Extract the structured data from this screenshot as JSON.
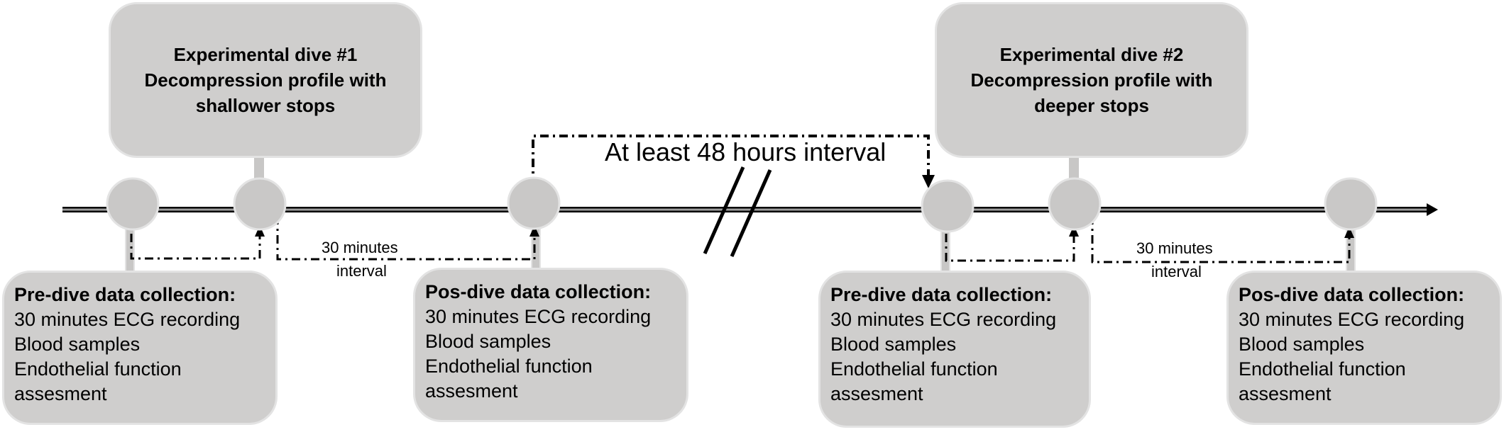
{
  "colors": {
    "box_fill": "#cfcecd",
    "box_border": "#e3e3e3",
    "node_fill": "#c9c8c7",
    "line": "#000000",
    "connector": "#c8c7c6"
  },
  "dives": [
    {
      "lines": [
        "Experimental dive #1",
        "Decompression profile with",
        "shallower stops"
      ]
    },
    {
      "lines": [
        "Experimental dive #2",
        "Decompression profile with",
        "deeper stops"
      ]
    }
  ],
  "data_boxes": [
    {
      "title": "Pre-dive data collection:",
      "items": [
        "30 minutes ECG recording",
        "Blood samples",
        "Endothelial function",
        "assesment"
      ]
    },
    {
      "title": "Pos-dive data collection:",
      "items": [
        "30 minutes ECG recording",
        "Blood samples",
        "Endothelial function",
        "assesment"
      ]
    },
    {
      "title": "Pre-dive data collection:",
      "items": [
        "30 minutes ECG recording",
        "Blood samples",
        "Endothelial function",
        "assesment"
      ]
    },
    {
      "title": "Pos-dive data collection:",
      "items": [
        "30 minutes ECG recording",
        "Blood samples",
        "Endothelial function",
        "assesment"
      ]
    }
  ],
  "interval_labels": [
    {
      "line1": "30 minutes",
      "line2": "interval"
    },
    {
      "line1": "30 minutes",
      "line2": "interval"
    }
  ],
  "gap_label": "At least 48 hours interval"
}
